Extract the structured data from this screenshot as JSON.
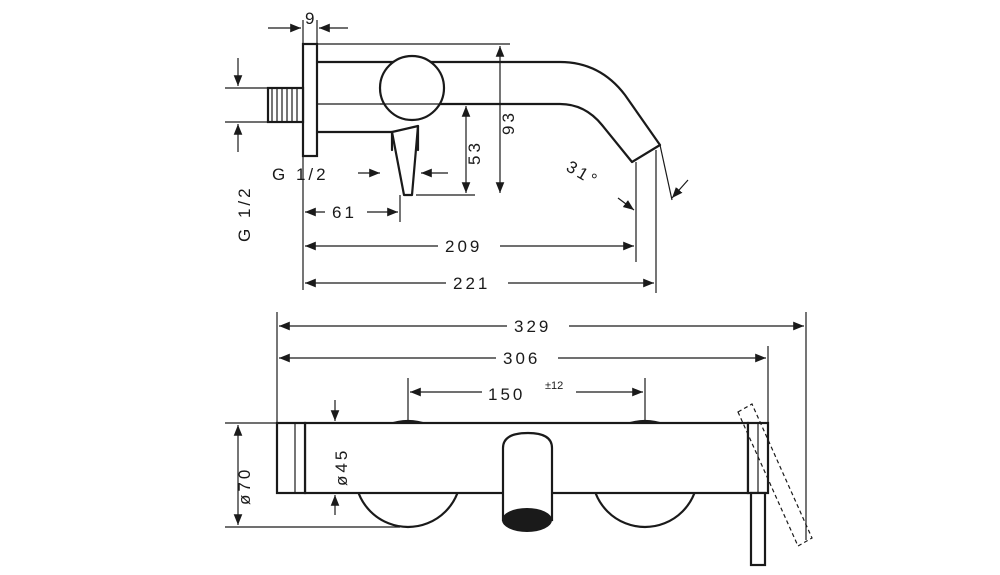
{
  "dimensions": {
    "d9": "9",
    "d53": "53",
    "d93": "93",
    "g_thread_side": "G 1/2",
    "g_thread_front": "G 1/2",
    "angle": "31°",
    "d61": "61",
    "d209": "209",
    "d221": "221",
    "d329": "329",
    "d306": "306",
    "d150": "150",
    "d150_tol": "±12",
    "d70": "ø70",
    "d45": "ø45"
  }
}
